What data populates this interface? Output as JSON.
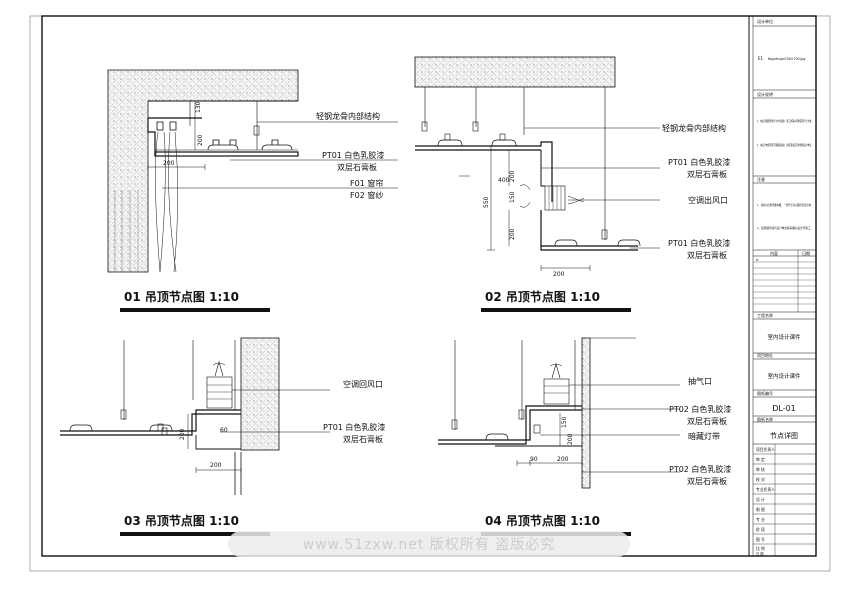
{
  "title_block": {
    "design_unit": "设计单位",
    "logo_code": "E1",
    "logo_file": "Nojodisign700×700.jpg",
    "design_notes_title": "设计说明",
    "design_notes_1": "1、本设计图纸所用尺寸均为毫米，施工时需以现场实际尺寸为准。",
    "design_notes_2": "2、本设计未经同意不得擅自改动，如有变动应及时通知设计单位。",
    "notes_title": "注意",
    "notes_1": "1、请勿以比例测量本图，一切尺寸请以图示标注为准。",
    "notes_2": "2、如有疑问请与设计单位联系确认后方可施工。",
    "revision_cols": [
      "内容",
      "日期"
    ],
    "revision_first": "A",
    "project_name_label": "工程名称",
    "project_name": "室内设计课件",
    "project_address_label": "项目地址",
    "project_address": "室内设计课件",
    "drawing_no_label": "图纸编号",
    "drawing_no": "DL-01",
    "drawing_name_label": "图纸名称",
    "drawing_name": "节点详图",
    "roles": [
      "项目负责人",
      "审 定",
      "审 核",
      "校 对",
      "专业负责人",
      "设 计",
      "制 图",
      "专 业",
      "阶 段",
      "图 号",
      "比 例",
      "日 期"
    ]
  },
  "details": [
    {
      "number": "01",
      "title": "吊顶节点图",
      "scale": "1:10"
    },
    {
      "number": "02",
      "title": "吊顶节点图",
      "scale": "1:10"
    },
    {
      "number": "03",
      "title": "吊顶节点图",
      "scale": "1:10"
    },
    {
      "number": "04",
      "title": "吊顶节点图",
      "scale": "1:10"
    }
  ],
  "labels": {
    "keel": "轻钢龙骨内部结构",
    "pt01": "PT01 白色乳胶漆",
    "pt02": "PT02 白色乳胶漆",
    "gypsum": "双层石膏板",
    "f01": "F01 窗帘",
    "f02": "F02 窗纱",
    "ac_outlet": "空调出风口",
    "ac_return": "空调回风口",
    "exhaust": "抽气口",
    "hidden_light": "暗藏灯带"
  },
  "dims": {
    "d130": "130",
    "d200": "200",
    "d60": "60",
    "d400": "400",
    "d550": "550",
    "d150": "150",
    "d90": "90"
  },
  "watermark": "www.51zxw.net 版权所有 盗版必究",
  "colors": {
    "line": "#111111",
    "accent": "#000000",
    "watermark": "#c4c4c4"
  }
}
